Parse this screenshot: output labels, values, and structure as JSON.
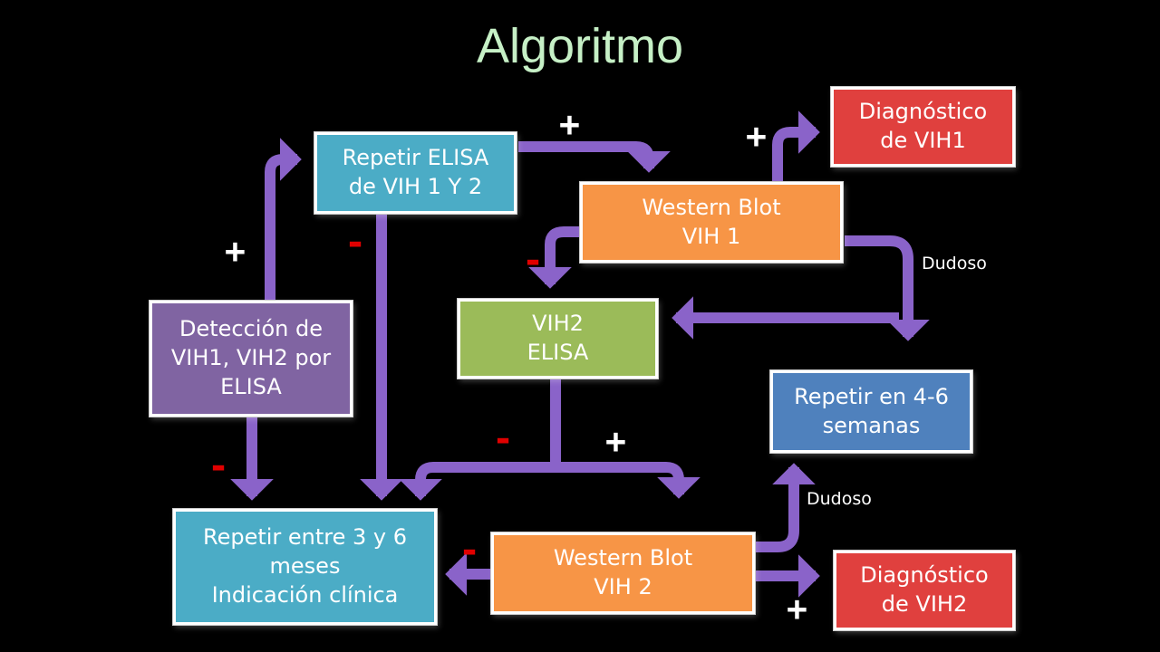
{
  "title": "Algoritmo",
  "colors": {
    "arrow": "#8a63c9",
    "orange": "#f79546",
    "teal": "#4bacc6",
    "red": "#e0403e",
    "green": "#9bbb59",
    "purple": "#8064a2",
    "blue": "#4f81bd"
  },
  "nodes": {
    "repetir_elisa": {
      "line1": "Repetir ELISA",
      "line2": "de VIH 1 Y 2"
    },
    "western_blot_1": {
      "line1": "Western Blot",
      "line2": "VIH 1"
    },
    "diagnostico_vih1": {
      "line1": "Diagnóstico",
      "line2": "de VIH1"
    },
    "vih2_elisa": {
      "line1": "VIH2",
      "line2": "ELISA"
    },
    "deteccion": {
      "line1": "Detección de",
      "line2": "VIH1, VIH2 por",
      "line3": "ELISA"
    },
    "repetir_4_6": {
      "line1": "Repetir en 4-6",
      "line2": "semanas"
    },
    "repetir_3_6": {
      "line1": "Repetir entre 3 y 6",
      "line2": "meses",
      "line3": "Indicación clínica"
    },
    "western_blot_2": {
      "line1": "Western Blot",
      "line2": "VIH 2"
    },
    "diagnostico_vih2": {
      "line1": "Diagnóstico",
      "line2": "de VIH2"
    }
  },
  "signs": {
    "plus": "+",
    "minus": "-"
  },
  "edge_labels": {
    "dudoso_1": "Dudoso",
    "dudoso_2": "Dudoso"
  }
}
